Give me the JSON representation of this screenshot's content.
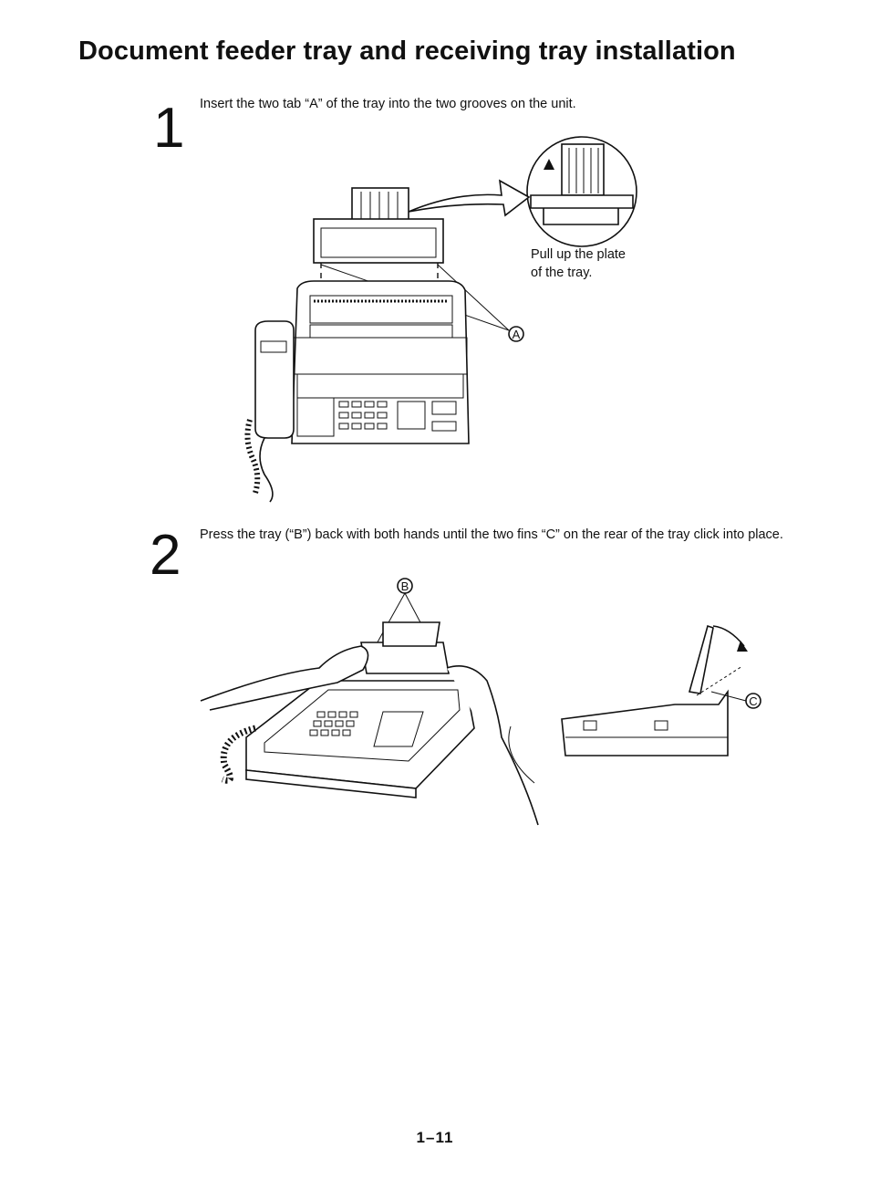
{
  "page": {
    "title": "Document feeder tray and receiving tray installation",
    "page_number": "1–11"
  },
  "steps": [
    {
      "number": "1",
      "text": "Insert the two tab “A” of the tray into the two grooves on the unit.",
      "callout": [
        "Pull up the plate",
        "of the tray."
      ],
      "marker": "A"
    },
    {
      "number": "2",
      "text": "Press the tray (“B”) back with both hands until the two fins “C” on the rear of the tray click into place.",
      "marker_b": "B",
      "marker_c": "C"
    }
  ]
}
